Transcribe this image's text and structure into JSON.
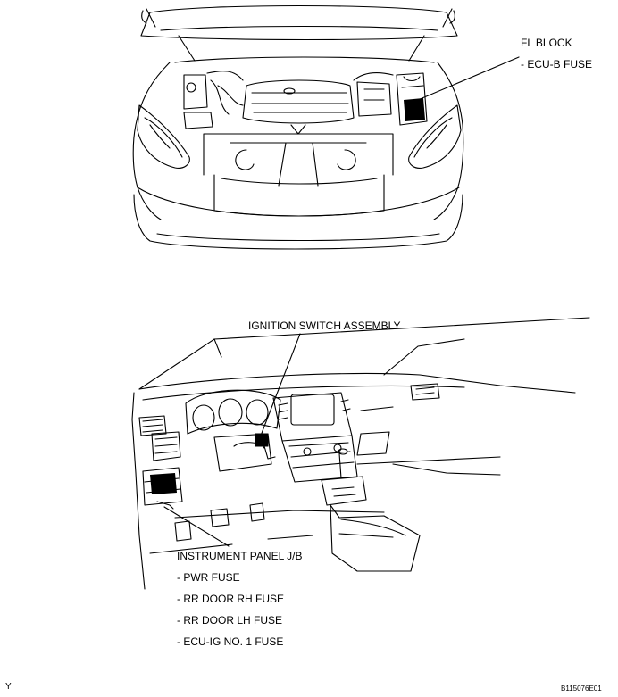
{
  "labels": {
    "fl_block": {
      "title": "FL BLOCK",
      "items": [
        "- ECU-B FUSE"
      ]
    },
    "ignition_switch": "IGNITION SWITCH ASSEMBLY",
    "instrument_panel": {
      "title": "INSTRUMENT PANEL J/B",
      "items": [
        "- PWR FUSE",
        "- RR DOOR RH FUSE",
        "- RR DOOR LH FUSE",
        "- ECU-IG NO. 1 FUSE"
      ]
    }
  },
  "corner_code": "Y",
  "figure_id": "B115076E01"
}
